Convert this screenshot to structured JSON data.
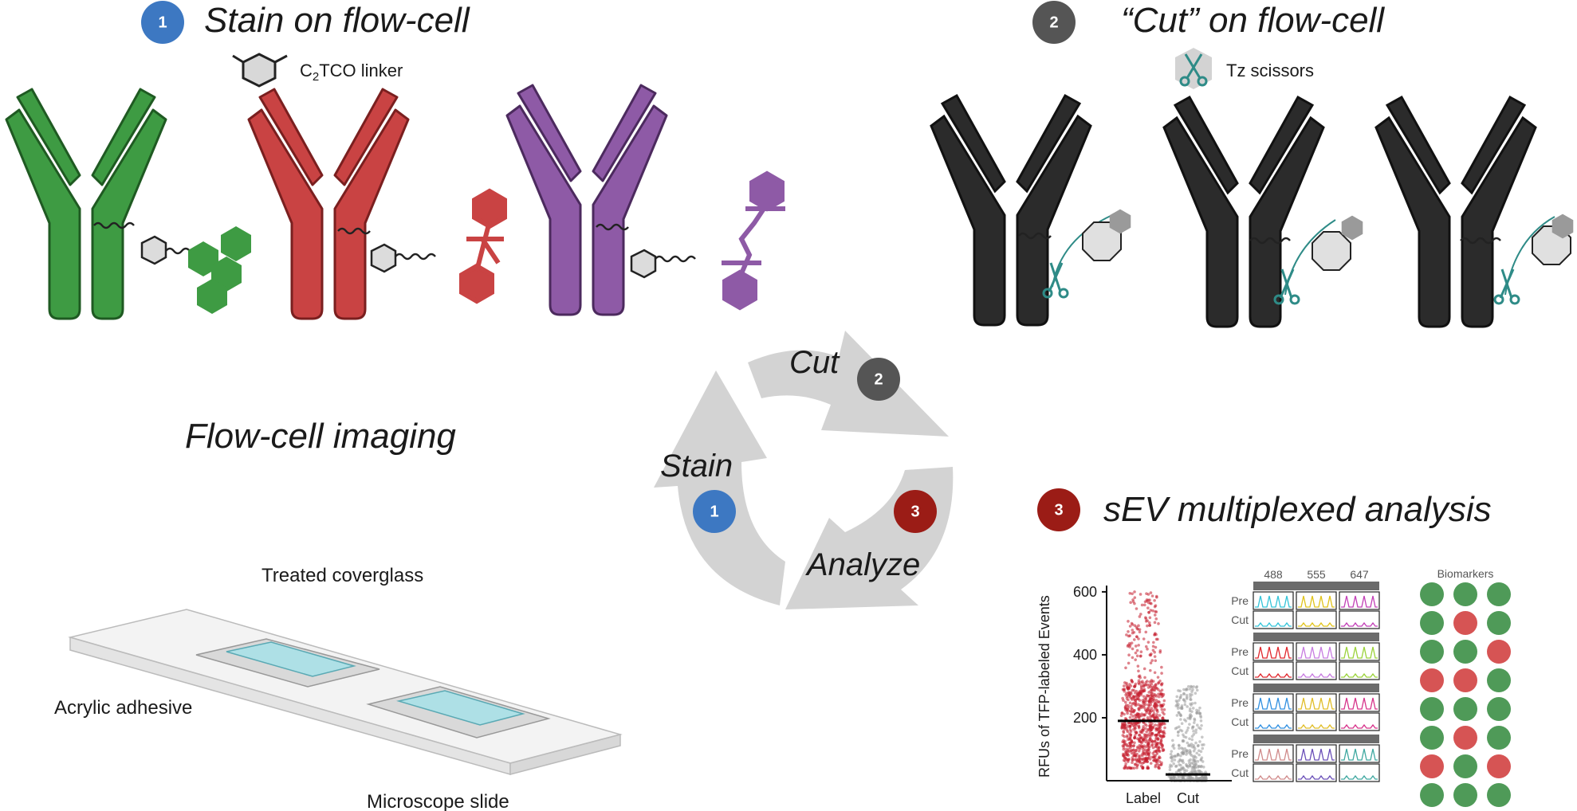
{
  "sections": {
    "stain": {
      "number": "1",
      "title": "Stain on flow-cell",
      "reagent_label_prefix": "C",
      "reagent_label_sub": "2",
      "reagent_label_suffix": "TCO linker"
    },
    "cut": {
      "number": "2",
      "title": "“Cut” on flow-cell",
      "reagent_label": "Tz scissors"
    },
    "imaging": {
      "title": "Flow-cell imaging",
      "labels": {
        "coverglass": "Treated coverglass",
        "adhesive": "Acrylic adhesive",
        "slide": "Microscope slide"
      }
    },
    "analysis": {
      "number": "3",
      "title": "sEV multiplexed analysis"
    }
  },
  "cycle": {
    "steps": [
      {
        "number": "1",
        "label": "Stain"
      },
      {
        "number": "2",
        "label": "Cut"
      },
      {
        "number": "3",
        "label": "Analyze"
      }
    ]
  },
  "colors": {
    "step1": "#3d78c2",
    "step2": "#555555",
    "step3": "#9b1c16",
    "green": "#3e9b43",
    "red": "#c94343",
    "purple": "#8e5aa6",
    "dark": "#2b2b2b",
    "teal": "#2e8b87",
    "arrow": "#d3d3d3",
    "dot_green": "#4f9a58",
    "dot_red": "#d65454"
  },
  "chart_data": {
    "type": "scatter",
    "ylabel": "RFUs of TFP-labeled Events",
    "categories": [
      "Label",
      "Cut"
    ],
    "yticks": [
      200,
      400,
      600
    ],
    "ylim": [
      0,
      620
    ],
    "medians": [
      190,
      20
    ],
    "ranges": [
      [
        40,
        600
      ],
      [
        0,
        300
      ]
    ]
  },
  "spectra_panel": {
    "channels": [
      "488",
      "555",
      "647"
    ],
    "row_labels": [
      "Pre",
      "Cut"
    ],
    "groups": 4
  },
  "biomarkers": {
    "title": "Biomarkers",
    "grid": [
      [
        "g",
        "g",
        "g"
      ],
      [
        "g",
        "r",
        "g"
      ],
      [
        "g",
        "g",
        "r"
      ],
      [
        "r",
        "r",
        "g"
      ],
      [
        "g",
        "g",
        "g"
      ],
      [
        "g",
        "r",
        "g"
      ],
      [
        "r",
        "g",
        "r"
      ],
      [
        "g",
        "g",
        "g"
      ]
    ]
  }
}
